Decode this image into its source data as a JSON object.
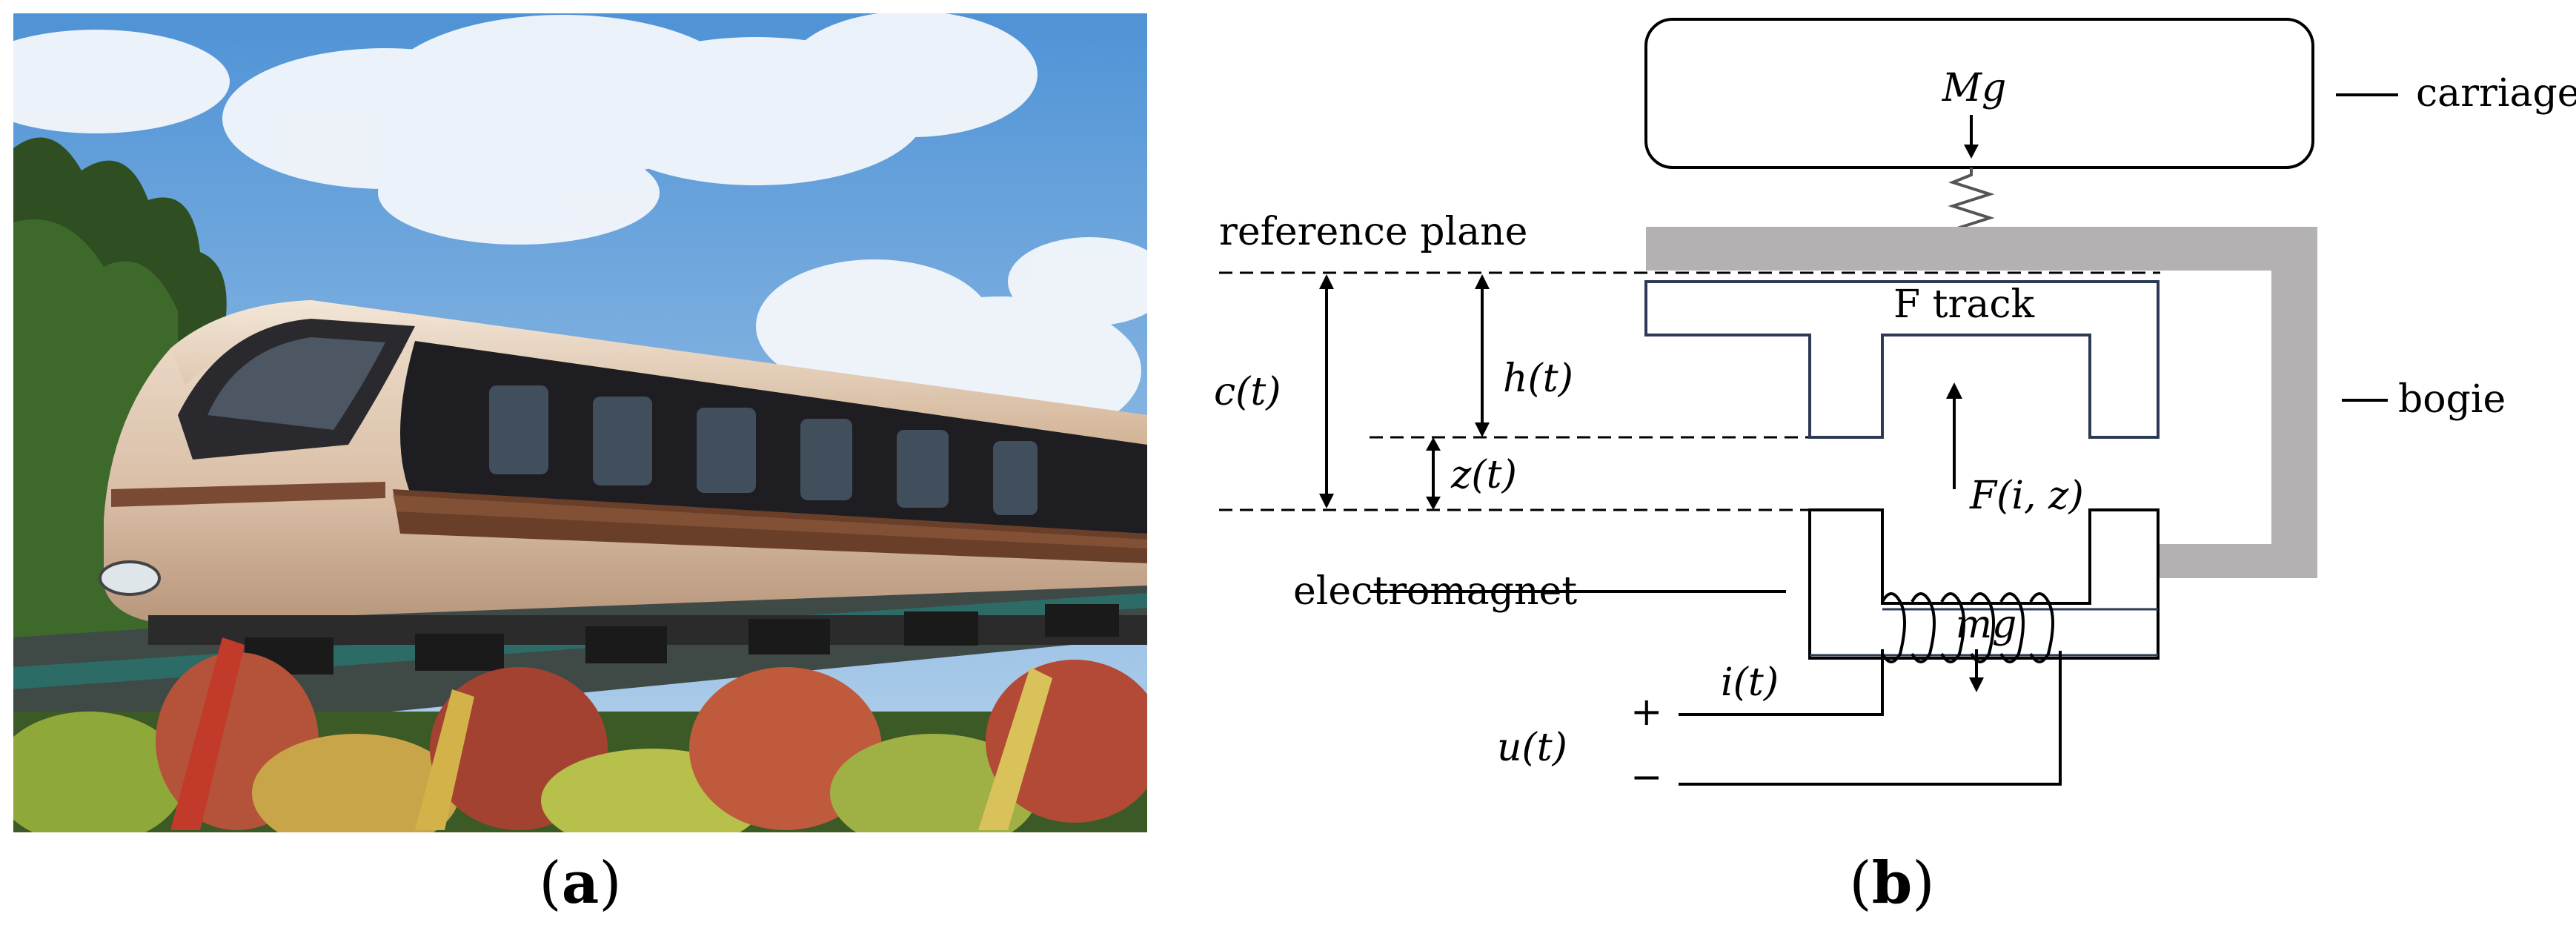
{
  "panel_a": {
    "caption_open": "(",
    "caption_letter": "a",
    "caption_close": ")"
  },
  "panel_b": {
    "caption_open": "(",
    "caption_letter": "b",
    "caption_close": ")",
    "labels": {
      "carriage_weight": "Mg",
      "carriage": "carriage",
      "reference_plane": "reference plane",
      "track": "F track",
      "bogie": "bogie",
      "c": "c(t)",
      "h": "h(t)",
      "z": "z(t)",
      "force": "F(i, z)",
      "electromagnet": "electromagnet",
      "magnet_weight": "mg",
      "current": "i(t)",
      "voltage": "u(t)",
      "plus": "+",
      "minus": "−"
    }
  },
  "colors": {
    "bogie": "#b3b1b1",
    "track_outline": "#3b4a66",
    "sky_top": "#5f9fd8",
    "sky_bottom": "#b7d2ea",
    "train_body": "#d8bfa8",
    "train_trim": "#6a3f2a",
    "foliage": "#3f6b2a"
  }
}
